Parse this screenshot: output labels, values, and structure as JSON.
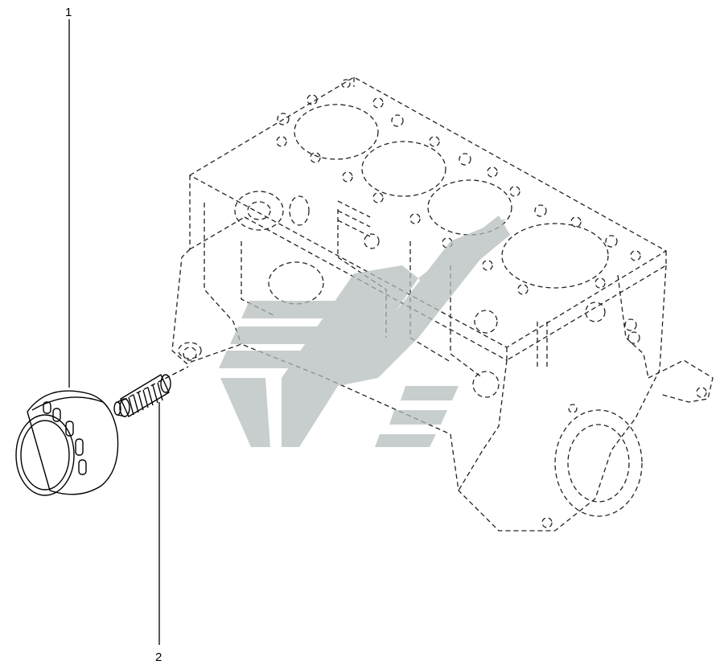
{
  "diagram": {
    "callouts": [
      {
        "id": "1",
        "label": "1"
      },
      {
        "id": "2",
        "label": "2"
      }
    ],
    "watermark_color": "#b4bcbc",
    "line_color": "#222222"
  }
}
